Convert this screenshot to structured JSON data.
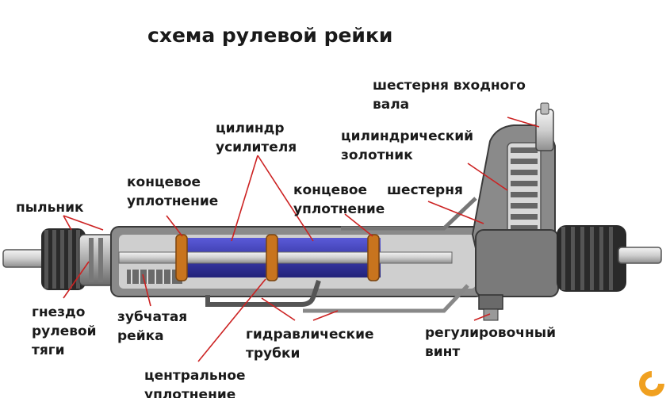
{
  "title": "схема рулевой рейки",
  "labels": {
    "input_gear": "шестерня входного\nвала",
    "cylinder": "цилиндр\nусилителя",
    "spool_valve": "цилиндрический\nзолотник",
    "end_seal_left": "концевое\nуплотнение",
    "end_seal_right": "концевое\nуплотнение",
    "pinion": "шестерня",
    "boot": "пыльник",
    "tie_rod_socket": "гнездо\nрулевой\nтяги",
    "rack": "зубчатая\nрейка",
    "hydraulic_tubes": "гидравлические\nтрубки",
    "adjusting_screw": "регулировочный\nвинт",
    "center_seal": "центральное\nуплотнение"
  },
  "colors": {
    "leader": "#cc2222",
    "cylinder_fluid": "#3a3aa8",
    "seal": "#c8741e",
    "housing": "#8a8a8a",
    "dark_metal": "#2e2e2e",
    "logo": "#f0a020"
  }
}
